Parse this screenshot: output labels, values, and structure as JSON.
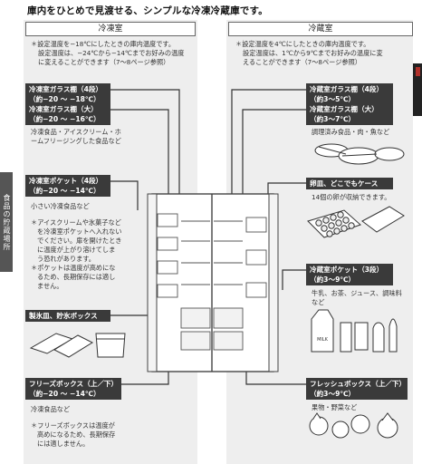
{
  "heading": "庫内をひとめで見渡せる、シンプルな冷凍冷蔵庫です。",
  "side_tab": "食品の貯蔵場所",
  "freezer": {
    "title": "冷凍室",
    "setting_note": [
      "＊設定温度を−18℃にしたときの庫内温度です。",
      "設定温度は、−24℃から−14℃までお好みの温度",
      "に変えることができます（7〜8ページ参照）"
    ],
    "shelf4_label": [
      "冷凍室ガラス棚（4段）",
      "（約−20 〜 −18℃）"
    ],
    "shelf_large_label": [
      "冷凍室ガラス棚（大）",
      "（約−20 〜 −16℃）"
    ],
    "shelf_desc": [
      "冷凍食品・アイスクリーム・ホ",
      "ームフリージングした食品など"
    ],
    "pocket_label": [
      "冷凍室ポケット（4段）",
      "（約−20 〜 −14℃）"
    ],
    "pocket_desc": "小さい冷凍食品など",
    "pocket_notes": [
      "＊アイスクリームや氷菓子など",
      "を冷凍室ポケットへ入れない",
      "でください。扉を開けたとき",
      "に温度が上がり溶けてしま",
      "う恐れがあります。",
      "＊ポケットは温度が高めにな",
      "るため、長期保存には適し",
      "ません。"
    ],
    "ice_label": "製氷皿、貯氷ボックス",
    "box_label": [
      "フリーズボックス（上／下）",
      "（約−20 〜 −14℃）"
    ],
    "box_desc": "冷凍食品など",
    "box_notes": [
      "＊フリーズボックスは温度が",
      "高めになるため、長期保存",
      "には適しません。"
    ]
  },
  "fridge": {
    "title": "冷蔵室",
    "setting_note": [
      "＊設定温度を4℃にしたときの庫内温度です。",
      "設定温度は、1℃から9℃までお好みの温度に変",
      "えることができます（7〜8ページ参照）"
    ],
    "shelf4_label": [
      "冷蔵室ガラス棚（4段）",
      "（約3〜5℃）"
    ],
    "shelf_large_label": [
      "冷蔵室ガラス棚（大）",
      "（約3〜7℃）"
    ],
    "shelf_desc": "調理済み食品・肉・魚など",
    "egg_label": "卵皿、どこでもケース",
    "egg_desc": "14個の卵が収納できます。",
    "pocket_label": [
      "冷蔵室ポケット（3段）",
      "（約3〜9℃）"
    ],
    "pocket_desc": [
      "牛乳、お茶、ジュース、調味料",
      "など"
    ],
    "milk_text": "MILK",
    "fresh_label": [
      "フレッシュボックス（上／下）",
      "（約3〜9℃）"
    ],
    "fresh_desc": "果物・野菜など"
  }
}
